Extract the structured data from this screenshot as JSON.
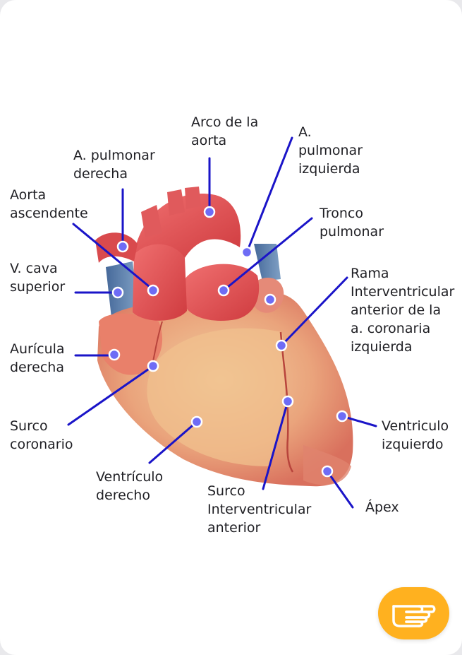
{
  "colors": {
    "leader_line": "#1a14c8",
    "marker_fill": "#6e6cf5",
    "marker_stroke": "#ffffff",
    "heart_red": "#e2474a",
    "heart_muscle": "#e9a77e",
    "vein_blue": "#5d7ea6",
    "fab_bg": "#ffb11f"
  },
  "labels": {
    "arco_aorta": [
      "Arco de la",
      "aorta"
    ],
    "a_pulmonar_izquierda": [
      "A.",
      "pulmonar",
      "izquierda"
    ],
    "a_pulmonar_derecha": [
      "A. pulmonar",
      "derecha"
    ],
    "aorta_ascendente": [
      "Aorta",
      "ascendente"
    ],
    "tronco_pulmonar": [
      "Tronco",
      "pulmonar"
    ],
    "v_cava_superior": [
      "V. cava",
      "superior"
    ],
    "rama_interventricular": [
      "Rama",
      "Interventricular",
      "anterior de la",
      "a. coronaria",
      "izquierda"
    ],
    "auricula_derecha": [
      "Aurícula",
      "derecha"
    ],
    "surco_coronario": [
      "Surco",
      "coronario"
    ],
    "ventriculo_izquierdo": [
      "Ventriculo",
      "izquierdo"
    ],
    "ventriculo_derecho": [
      "Ventrículo",
      "derecho"
    ],
    "surco_interventricular": [
      "Surco",
      "Interventricular",
      "anterior"
    ],
    "apex": [
      "Ápex"
    ]
  },
  "fab": {
    "icon": "pointing-hand-icon"
  }
}
